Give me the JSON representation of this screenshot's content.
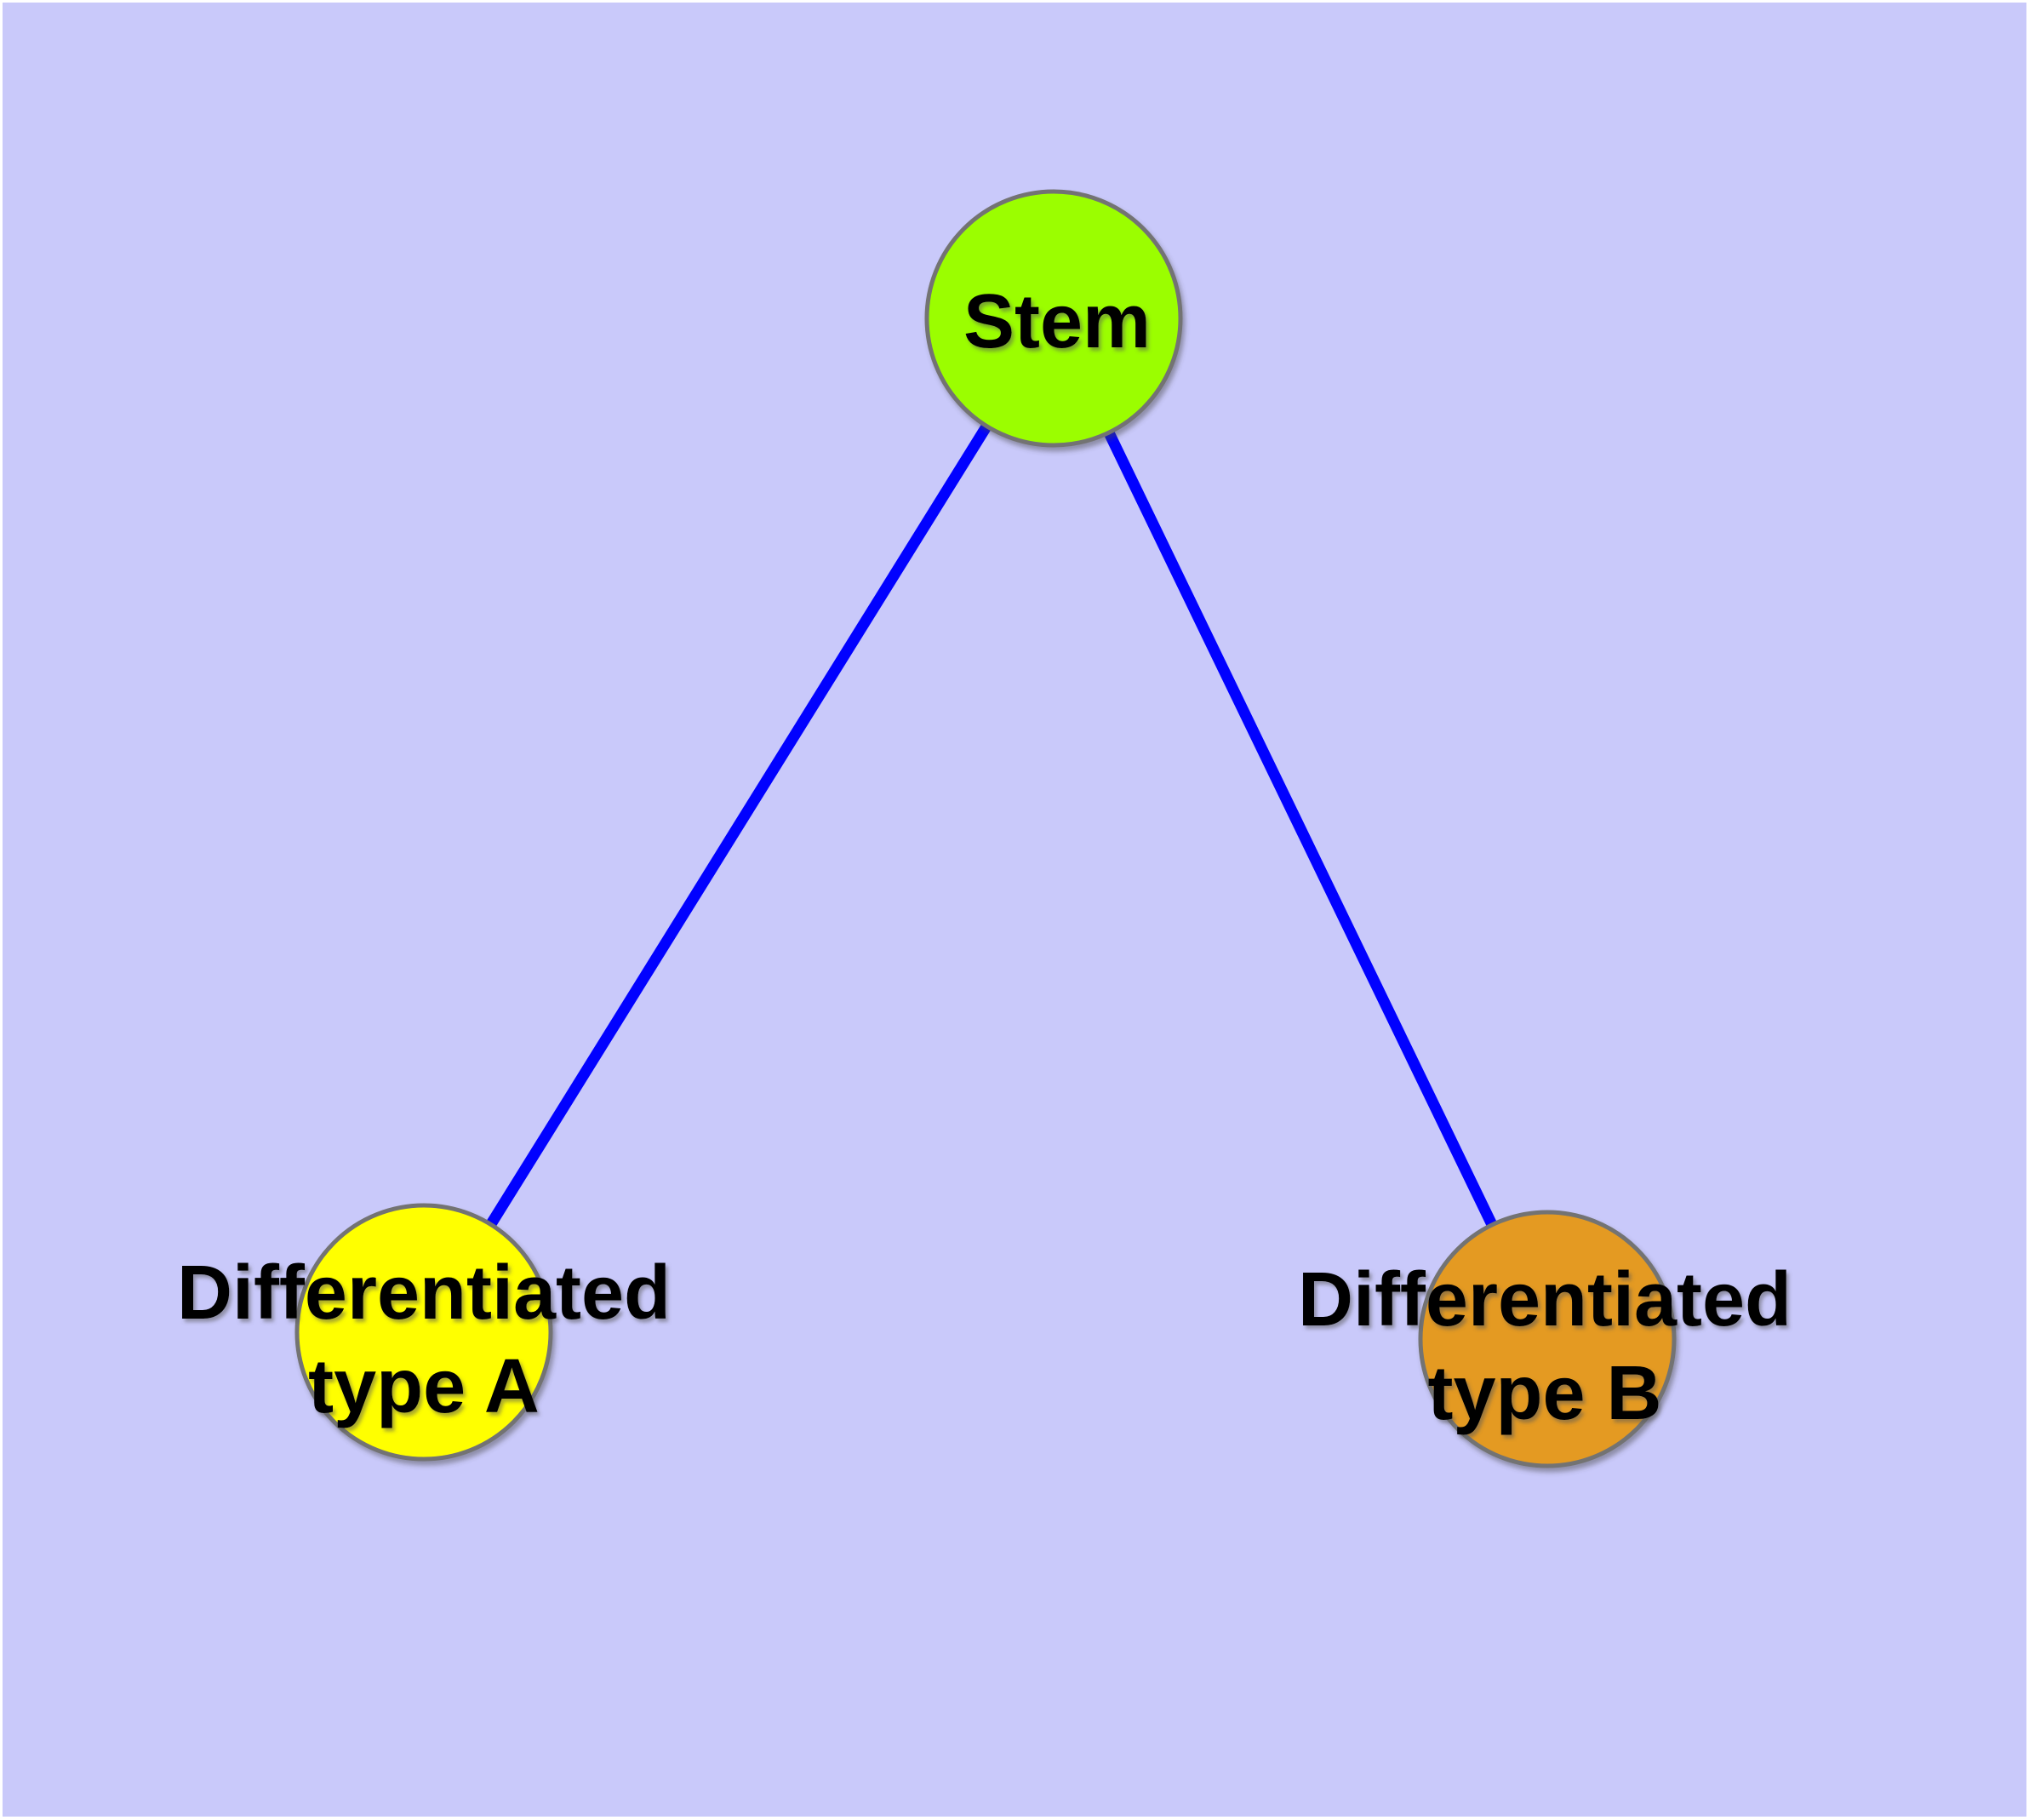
{
  "figure": {
    "type": "node-link-diagram",
    "description": "Cell differentiation graph: a stem node connected to two differentiated cell-type nodes",
    "background_color": "#C9C9FA",
    "border_color": "#FFFFFF"
  },
  "graph": {
    "edge_color": "#0101FF",
    "node_stroke_color": "#737373",
    "label_color": "#000000",
    "nodes": [
      {
        "id": "stem",
        "label": "Stem",
        "label_lines": [
          "Stem"
        ],
        "fill": "#9BFE00"
      },
      {
        "id": "differentiated-type-a",
        "label": "Differentiated type A",
        "label_lines": [
          "Differentiated",
          "type A"
        ],
        "fill": "#FFFF00"
      },
      {
        "id": "differentiated-type-b",
        "label": "Differentiated type B",
        "label_lines": [
          "Differentiated",
          "type B"
        ],
        "fill": "#E49A21"
      }
    ],
    "edges": [
      {
        "from": "Stem",
        "to": "Differentiated type A"
      },
      {
        "from": "Stem",
        "to": "Differentiated type B"
      }
    ]
  }
}
